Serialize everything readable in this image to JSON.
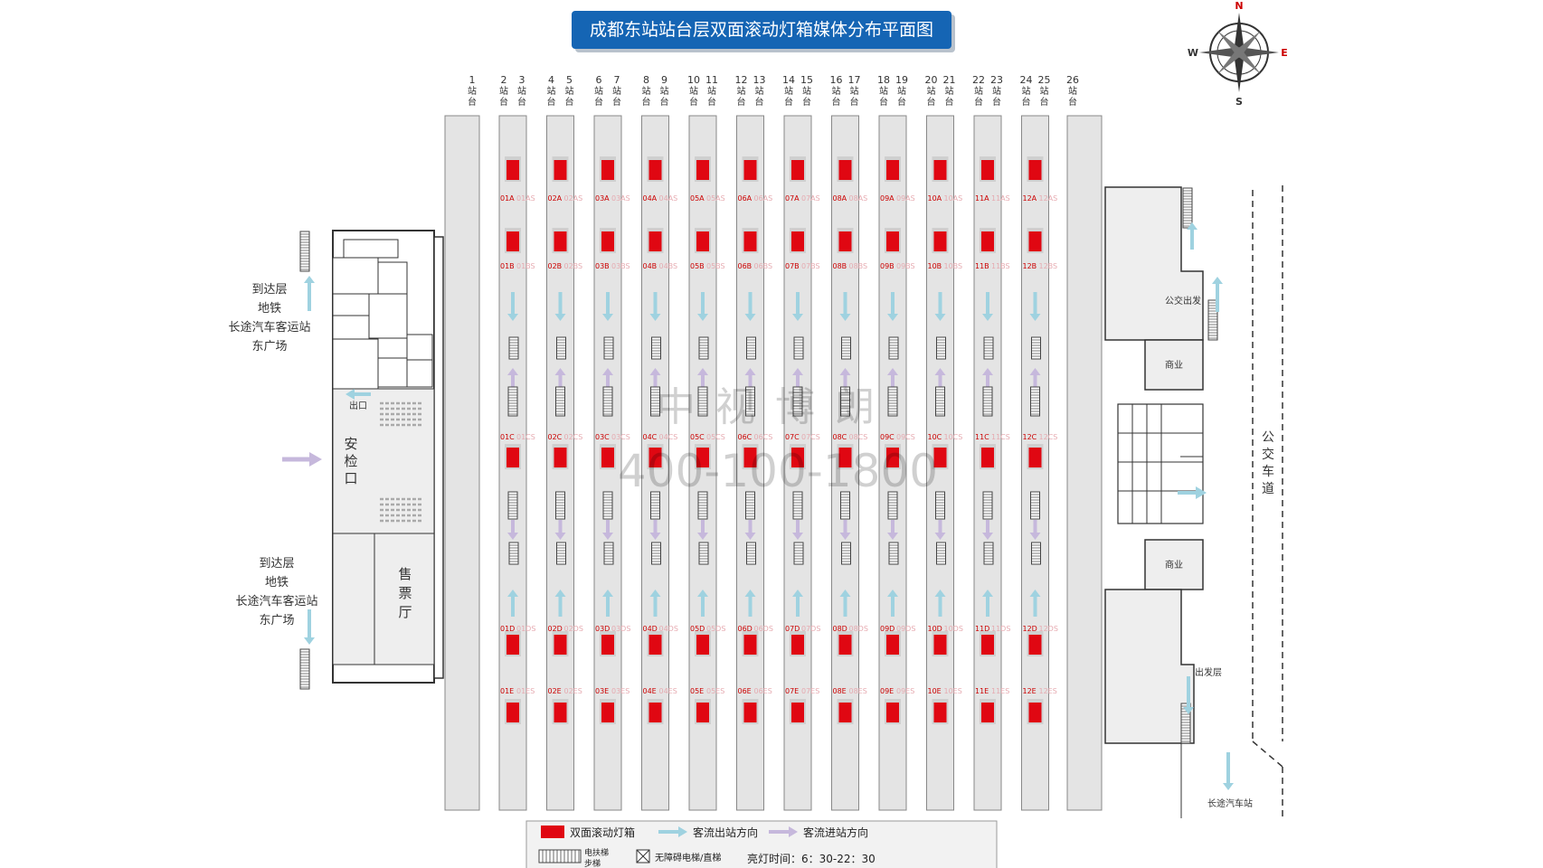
{
  "title": "成都东站站台层双面滚动灯箱媒体分布平面图",
  "compass": {
    "n": "N",
    "s": "S",
    "e": "E",
    "w": "W"
  },
  "platform_numbers": [
    "1",
    "2",
    "3",
    "4",
    "5",
    "6",
    "7",
    "8",
    "9",
    "10",
    "11",
    "12",
    "13",
    "14",
    "15",
    "16",
    "17",
    "18",
    "19",
    "20",
    "21",
    "22",
    "23",
    "24",
    "25",
    "26"
  ],
  "platform_char": "站台",
  "rows": [
    "A",
    "B",
    "C",
    "D",
    "E"
  ],
  "pair_count": 12,
  "left_area": {
    "arrival_top": [
      "到达层",
      "地铁",
      "长途汽车客运站",
      "东广场"
    ],
    "arrival_bottom": [
      "到达层",
      "地铁",
      "长途汽车客运站",
      "东广场"
    ],
    "exit": "出口",
    "security": "安检口",
    "ticket": "售票厅"
  },
  "right_area": {
    "bus_depart": "公交出发",
    "commerce_top": "商业",
    "commerce_bottom": "商业",
    "departure": "出发层",
    "bus_lane": "公交车道",
    "long_distance": "长途汽车站"
  },
  "watermark": {
    "company": "中 视 博 朗",
    "phone": "400-100-1800"
  },
  "legend": {
    "lightbox": "双面滚动灯箱",
    "exit_flow": "客流出站方向",
    "enter_flow": "客流进站方向",
    "escalator": "电扶梯",
    "stairs": "步梯",
    "elevator": "无障碍电梯/直梯",
    "hours": "亮灯时间：6：30-22：30"
  },
  "colors": {
    "lightbox": "#e00712",
    "exit_arrow": "#9fd2e0",
    "enter_arrow": "#c6b8dc",
    "title_bg": "#1565b4",
    "platform": "#e4e4e4"
  }
}
